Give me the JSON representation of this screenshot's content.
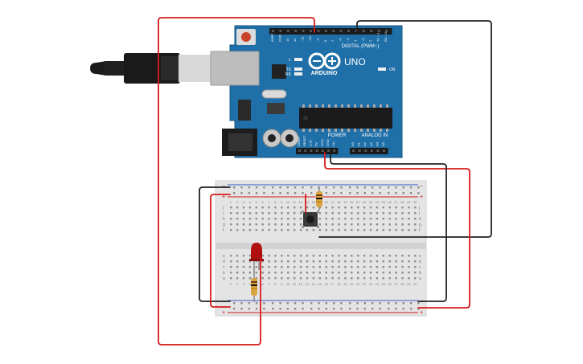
{
  "board": {
    "brand": "ARDUINO",
    "model": "UNO",
    "digital_header_label": "DIGITAL (PWM~)",
    "analog_header_label": "ANALOG IN",
    "power_header_label": "POWER",
    "on_label": "ON",
    "tx_label": "TX",
    "rx_label": "RX",
    "l_label": "L",
    "digital_pin_labels": [
      "AREF",
      "GND",
      "13",
      "12",
      "~11",
      "~10",
      "~9",
      "8",
      "7",
      "~6",
      "~5",
      "4",
      "~3",
      "2",
      "TX→1",
      "RX←0"
    ],
    "power_pin_labels": [
      "IOREF",
      "RESET",
      "3.3V",
      "5V",
      "GND",
      "GND",
      "Vin"
    ],
    "analog_pin_labels": [
      "A0",
      "A1",
      "A2",
      "A3",
      "A4",
      "A5"
    ]
  },
  "breadboard": {
    "column_numbers": [
      "1",
      "2",
      "3",
      "4",
      "5",
      "6",
      "7",
      "8",
      "9",
      "10",
      "11",
      "12",
      "13",
      "14",
      "15",
      "16",
      "17",
      "18",
      "19",
      "20",
      "21",
      "22",
      "23",
      "24",
      "25",
      "26",
      "27",
      "28",
      "29",
      "30"
    ],
    "row_letters_top": [
      "j",
      "i",
      "h",
      "g",
      "f"
    ],
    "row_letters_bottom": [
      "e",
      "d",
      "c",
      "b",
      "a"
    ],
    "rail_plus": "+",
    "rail_minus": "−"
  },
  "colors": {
    "board_blue": "#1f6fa8",
    "wire_red": "#d61a1a",
    "wire_black": "#222222",
    "led_red": "#b01010",
    "breadboard": "#e4e4e4"
  },
  "icons": [
    "usb-cable-icon",
    "infinity-logo-icon",
    "reset-button-icon",
    "led-icon",
    "resistor-icon",
    "pushbutton-icon"
  ]
}
